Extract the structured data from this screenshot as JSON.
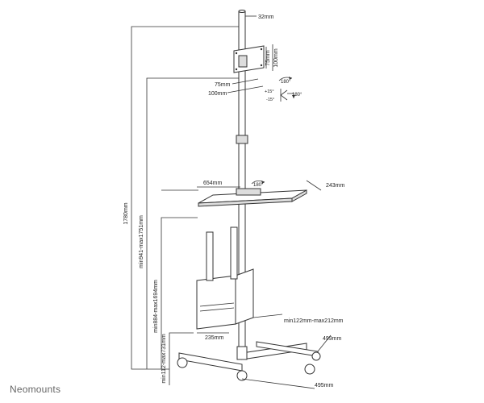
{
  "brand": "Neomounts",
  "dimensions": {
    "pole_diameter": "32mm",
    "vesa_small_h": "75mm",
    "vesa_large_h": "100mm",
    "vesa_small_w": "75mm",
    "vesa_large_w": "100mm",
    "rotation_180_a": "180°",
    "tilt_up": "+15°",
    "tilt_down": "-15°",
    "swivel_180": "180°",
    "tray_width": "654mm",
    "tray_rotation": "180°",
    "tray_depth": "243mm",
    "total_height": "1780mm",
    "monitor_height_range": "min941-max1751mm",
    "tray_height_range": "min884-max1694mm",
    "cpu_width_range": "min122mm-max212mm",
    "cpu_depth": "235mm",
    "base_depth": "499mm",
    "base_height_range": "min112-max731mm",
    "base_width": "495mm"
  }
}
